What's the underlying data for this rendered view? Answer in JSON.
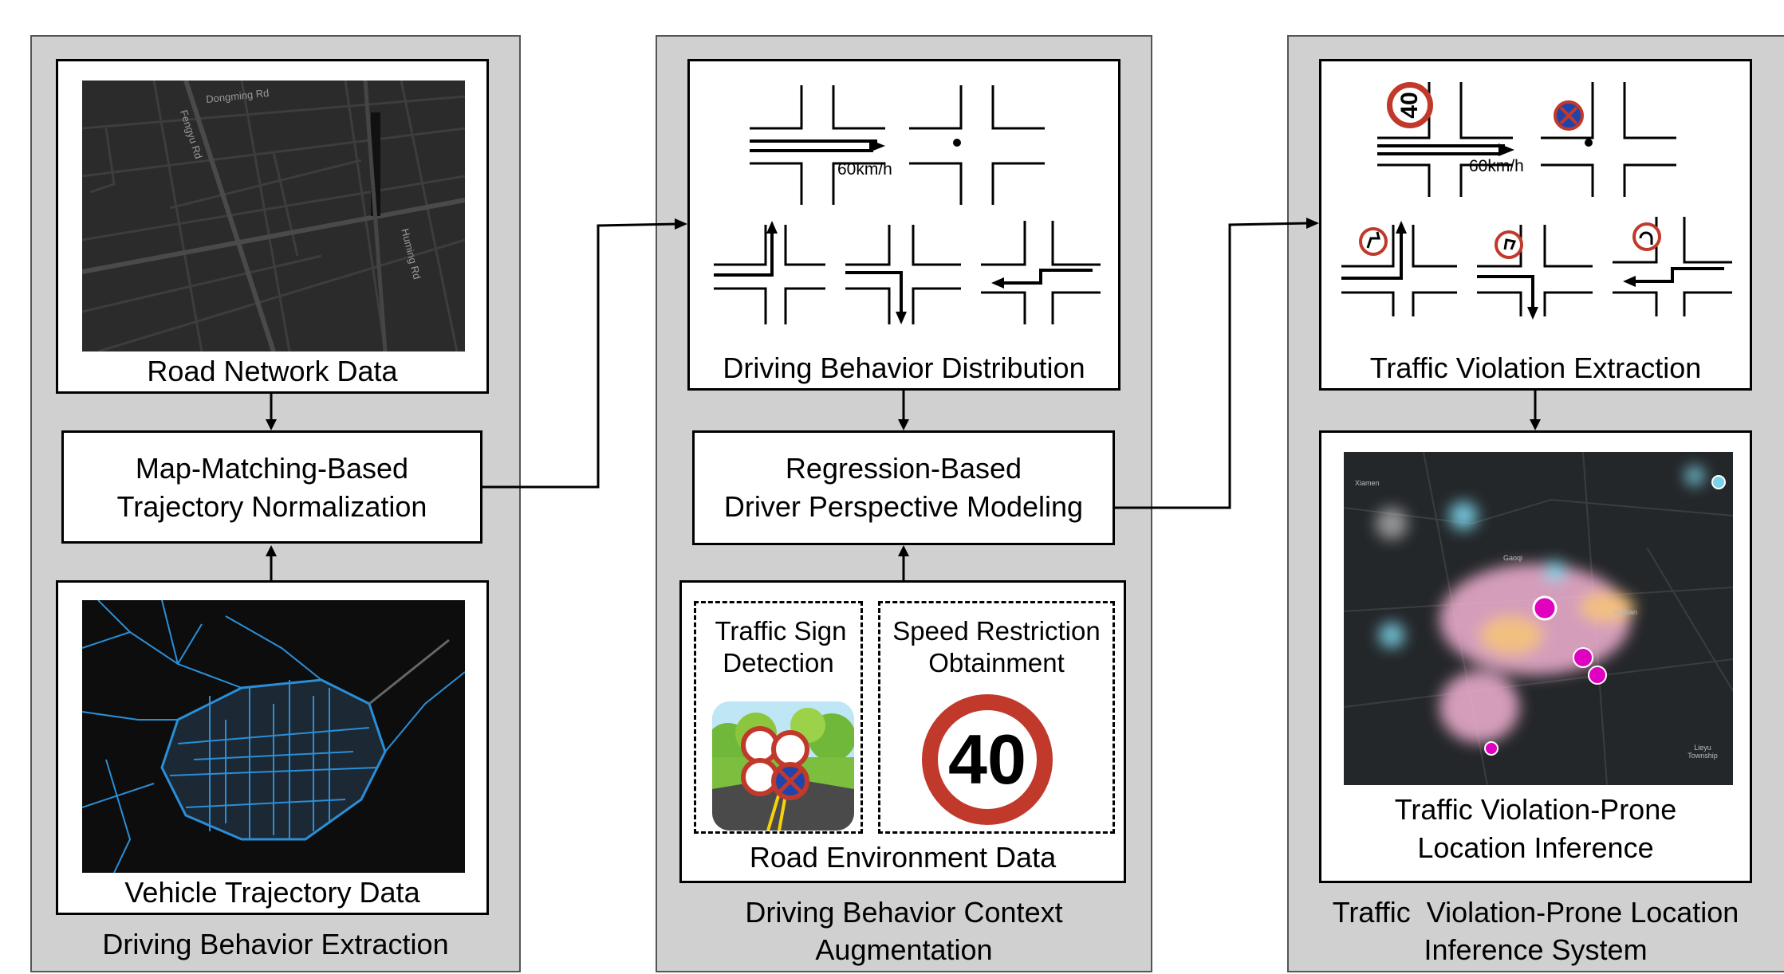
{
  "extraction": {
    "panel_title": "Driving Behavior Extraction",
    "road_network": {
      "label": "Road Network Data",
      "street_names": [
        "Dongming Rd",
        "Fengyu Rd",
        "Huming Rd"
      ]
    },
    "map_matching": {
      "line1": "Map-Matching-Based",
      "line2": "Trajectory Normalization"
    },
    "trajectory": {
      "label": "Vehicle Trajectory Data"
    }
  },
  "augmentation": {
    "panel_title_line1": "Driving Behavior Context",
    "panel_title_line2": "Augmentation",
    "distribution": {
      "label": "Driving Behavior Distribution",
      "speed_text": "60km/h"
    },
    "regression": {
      "line1": "Regression-Based",
      "line2": "Driver Perspective Modeling"
    },
    "road_env": {
      "label": "Road Environment Data",
      "sign_detection_line1": "Traffic Sign",
      "sign_detection_line2": "Detection",
      "speed_restriction_line1": "Speed Restriction",
      "speed_restriction_line2": "Obtainment",
      "speed_limit_value": "40"
    }
  },
  "inference": {
    "panel_title_line1": "Traffic  Violation-Prone Location",
    "panel_title_line2": "Inference System",
    "violation_extraction": {
      "label": "Traffic Violation Extraction",
      "speed_text": "60km/h",
      "sign_value": "40"
    },
    "location_inference": {
      "line1": "Traffic Violation-Prone",
      "line2": "Location Inference",
      "map_places": [
        "Xiamen",
        "Gaoqi",
        "Xiabian",
        "Lieyu Township"
      ]
    }
  },
  "colors": {
    "panel_bg": "#d0d0d0",
    "map_dark": "#2b2b2b",
    "trajectory_blue": "#2a8fd8",
    "sign_red": "#c0392b",
    "sign_blue": "#2244aa",
    "heat_magenta": "#e000c0",
    "heat_pink": "#f3b3d3",
    "heat_cyan": "#7ad3e8",
    "heat_orange": "#f5c37a"
  }
}
